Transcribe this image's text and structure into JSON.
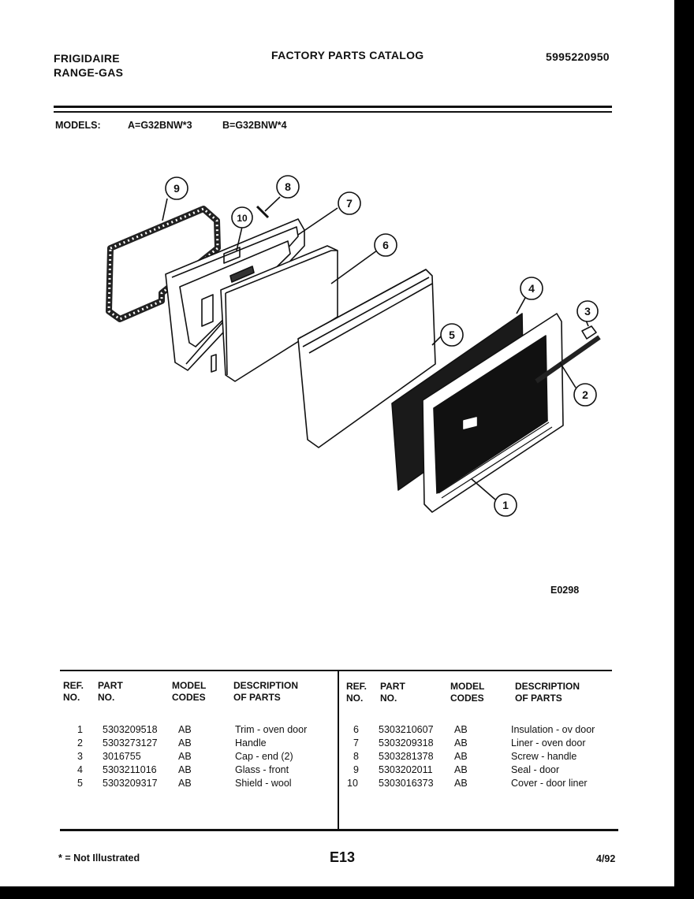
{
  "header": {
    "brand": "FRIGIDAIRE",
    "product": "RANGE-GAS",
    "title": "FACTORY PARTS CATALOG",
    "catalog_no": "5995220950"
  },
  "models": {
    "label": "MODELS:",
    "a": "A=G32BNW*3",
    "b": "B=G32BNW*4"
  },
  "diagram": {
    "figure_code": "E0298",
    "callouts": [
      "1",
      "2",
      "3",
      "4",
      "5",
      "6",
      "7",
      "8",
      "9",
      "10"
    ]
  },
  "table": {
    "headers": {
      "ref": [
        "REF.",
        "NO."
      ],
      "part": [
        "PART",
        "NO."
      ],
      "model": [
        "MODEL",
        "CODES"
      ],
      "desc": [
        "DESCRIPTION",
        "OF PARTS"
      ]
    },
    "left": [
      {
        "ref": "1",
        "part": "5303209518",
        "codes": "AB",
        "desc": "Trim - oven door"
      },
      {
        "ref": "2",
        "part": "5303273127",
        "codes": "AB",
        "desc": "Handle"
      },
      {
        "ref": "3",
        "part": "3016755",
        "codes": "AB",
        "desc": "Cap - end (2)"
      },
      {
        "ref": "4",
        "part": "5303211016",
        "codes": "AB",
        "desc": "Glass - front"
      },
      {
        "ref": "5",
        "part": "5303209317",
        "codes": "AB",
        "desc": "Shield - wool"
      }
    ],
    "right": [
      {
        "ref": "6",
        "part": "5303210607",
        "codes": "AB",
        "desc": "Insulation - ov door"
      },
      {
        "ref": "7",
        "part": "5303209318",
        "codes": "AB",
        "desc": "Liner - oven door"
      },
      {
        "ref": "8",
        "part": "5303281378",
        "codes": "AB",
        "desc": "Screw - handle"
      },
      {
        "ref": "9",
        "part": "5303202011",
        "codes": "AB",
        "desc": "Seal - door"
      },
      {
        "ref": "10",
        "part": "5303016373",
        "codes": "AB",
        "desc": "Cover - door liner"
      }
    ]
  },
  "footer": {
    "note": "* = Not Illustrated",
    "page": "E13",
    "date": "4/92"
  }
}
